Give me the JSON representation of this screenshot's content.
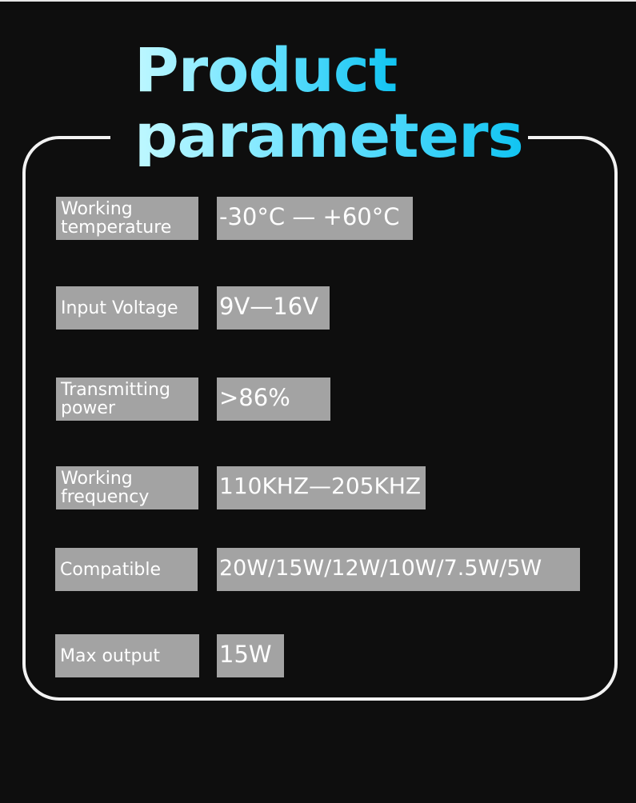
{
  "title": {
    "line1": "Product",
    "line2": "parameters"
  },
  "parameters": [
    {
      "label_line1": "Working",
      "label_line2": "temperature",
      "value": "-30°C — +60°C"
    },
    {
      "label_line1": "Input Voltage",
      "label_line2": "",
      "value": "9V—16V"
    },
    {
      "label_line1": "Transmitting",
      "label_line2": "power",
      "value": ">86%"
    },
    {
      "label_line1": "Working",
      "label_line2": "frequency",
      "value": "110KHZ—205KHZ"
    },
    {
      "label_line1": "Compatible",
      "label_line2": "",
      "value": "20W/15W/12W/10W/7.5W/5W"
    },
    {
      "label_line1": "Max output",
      "label_line2": "",
      "value": "15W"
    }
  ]
}
